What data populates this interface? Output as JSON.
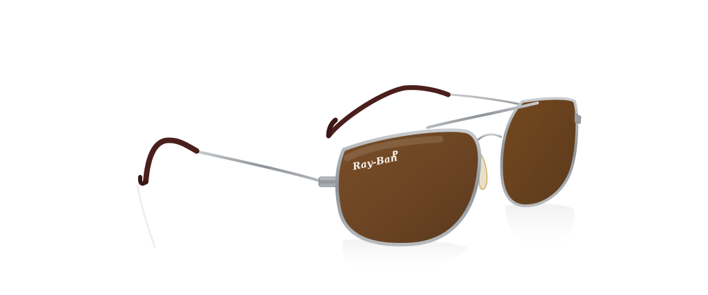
{
  "product": {
    "brand_logo_text": "Ray-Ban",
    "polarized_mark": "P",
    "icon": "sunglasses-product-photo",
    "colors": {
      "background": "#ffffff",
      "lens": "#6b4423",
      "frame": "#9a9ea2",
      "temple_tip": "#4a1f1c"
    }
  }
}
